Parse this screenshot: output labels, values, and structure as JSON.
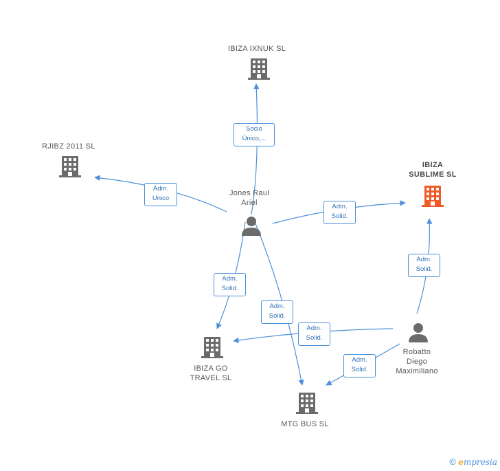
{
  "colors": {
    "edge": "#4a90d9",
    "company": "#6b6b6b",
    "company_highlight": "#f05a28",
    "person": "#6b6b6b",
    "label_text": "#555555"
  },
  "nodes": {
    "ibiza_ixnuk": {
      "lines": [
        "IBIZA IXNUK  SL"
      ],
      "icon": "building-icon"
    },
    "rjibz": {
      "lines": [
        "RJIBZ 2011 SL"
      ],
      "icon": "building-icon"
    },
    "ibiza_sublime": {
      "lines": [
        "IBIZA",
        "SUBLIME SL"
      ],
      "icon": "building-icon-highlight"
    },
    "jones": {
      "lines": [
        "Jones Raul",
        "Ariel"
      ],
      "icon": "person-icon"
    },
    "robatto": {
      "lines": [
        "Robatto",
        "Diego",
        "Maximiliano"
      ],
      "icon": "person-icon"
    },
    "ibiza_go": {
      "lines": [
        "IBIZA GO",
        "TRAVEL  SL"
      ],
      "icon": "building-icon"
    },
    "mtg_bus": {
      "lines": [
        "MTG BUS  SL"
      ],
      "icon": "building-icon"
    }
  },
  "edges": [
    {
      "from": "jones",
      "to": "ibiza_ixnuk",
      "lines": [
        "Socio",
        "Único,..."
      ]
    },
    {
      "from": "jones",
      "to": "rjibz",
      "lines": [
        "Adm.",
        "Unico"
      ]
    },
    {
      "from": "jones",
      "to": "ibiza_sublime",
      "lines": [
        "Adm.",
        "Solid."
      ]
    },
    {
      "from": "jones",
      "to": "ibiza_go",
      "lines": [
        "Adm.",
        "Solid."
      ]
    },
    {
      "from": "jones",
      "to": "mtg_bus",
      "lines": [
        "Adm.",
        "Solid."
      ]
    },
    {
      "from": "robatto",
      "to": "ibiza_sublime",
      "lines": [
        "Adm.",
        "Solid."
      ]
    },
    {
      "from": "robatto",
      "to": "ibiza_go",
      "lines": [
        "Adm.",
        "Solid."
      ]
    },
    {
      "from": "robatto",
      "to": "mtg_bus",
      "lines": [
        "Adm.",
        "Solid."
      ]
    }
  ],
  "footer": {
    "copyright": "©",
    "brand_initial": "e",
    "brand_rest": "mpresia"
  }
}
